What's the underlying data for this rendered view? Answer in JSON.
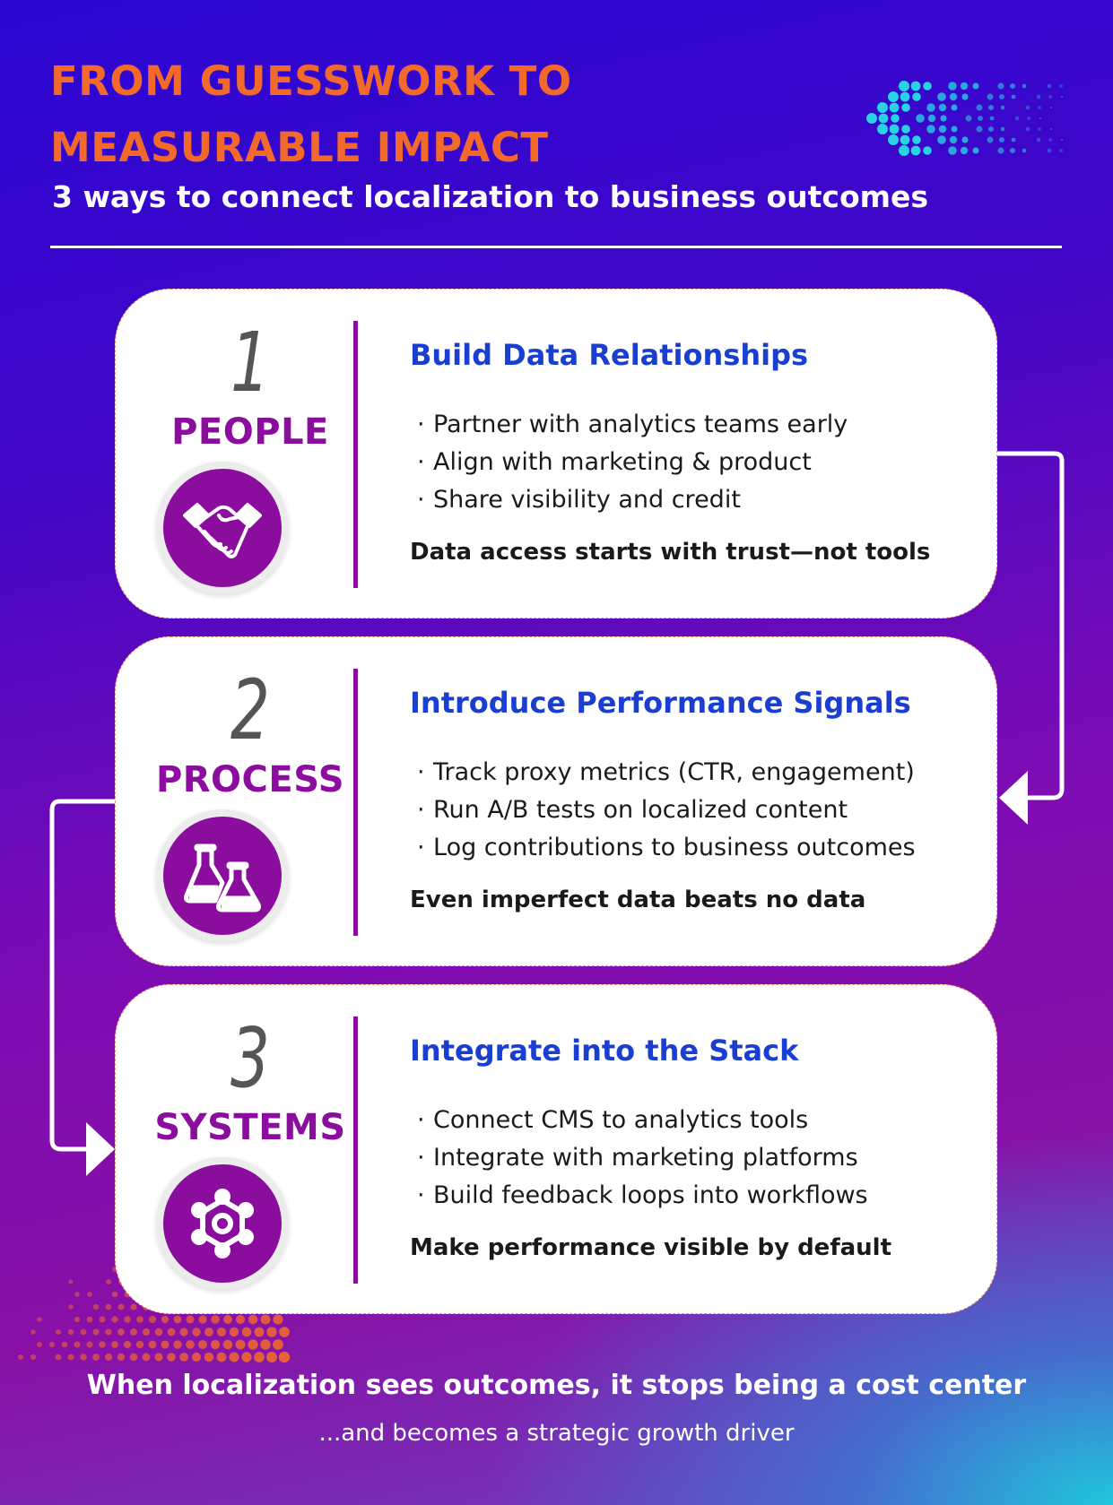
{
  "header": {
    "title": "FROM GUESSWORK TO MEASURABLE IMPACT",
    "subtitle": "3 ways to connect localization to business outcomes"
  },
  "colors": {
    "accent_orange": "#f26a2b",
    "accent_purple": "#8a0d9e",
    "heading_blue": "#1a3fd0",
    "chevron_cyan": "#27d3e4"
  },
  "steps": [
    {
      "number": "1",
      "label": "PEOPLE",
      "icon": "handshake-icon",
      "heading": "Build Data Relationships",
      "bullets": [
        "Partner with analytics teams early",
        "Align with marketing & product",
        "Share visibility and credit"
      ],
      "tagline": "Data access starts with trust—not tools"
    },
    {
      "number": "2",
      "label": "PROCESS",
      "icon": "flasks-icon",
      "heading": "Introduce Performance Signals",
      "bullets": [
        "Track proxy metrics (CTR, engagement)",
        "Run A/B tests on localized content",
        "Log contributions to business outcomes"
      ],
      "tagline": "Even imperfect data beats no data"
    },
    {
      "number": "3",
      "label": "SYSTEMS",
      "icon": "network-gear-icon",
      "heading": "Integrate into the Stack",
      "bullets": [
        "Connect CMS to analytics tools",
        "Integrate with marketing platforms",
        "Build feedback loops into workflows"
      ],
      "tagline": "Make performance visible by default"
    }
  ],
  "footer": {
    "main": "When localization sees outcomes, it stops being a cost center",
    "sub": "...and becomes a strategic growth driver"
  }
}
